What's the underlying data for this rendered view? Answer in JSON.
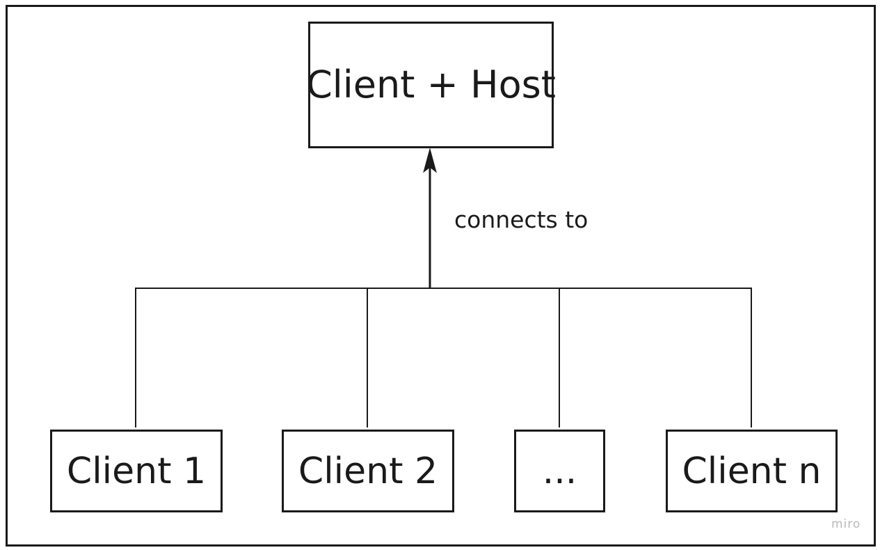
{
  "diagram": {
    "host": {
      "label": "Client + Host"
    },
    "clients": [
      {
        "label": "Client 1"
      },
      {
        "label": "Client 2"
      },
      {
        "label": "..."
      },
      {
        "label": "Client n"
      }
    ],
    "edge_label": "connects to",
    "watermark": "miro"
  }
}
